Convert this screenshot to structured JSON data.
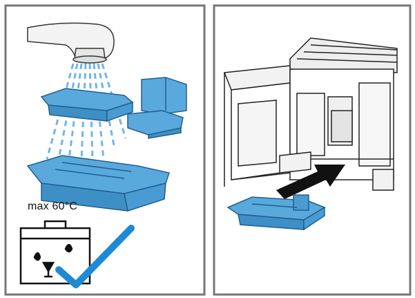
{
  "panels": [
    {
      "id": "left",
      "caption": "max 60°C",
      "icons": [
        "faucet-icon",
        "water-spray-icon",
        "dishwasher-icon",
        "checkmark-icon"
      ]
    },
    {
      "id": "right",
      "icons": [
        "insert-arrow-icon"
      ]
    }
  ],
  "colors": {
    "part_fill": "#5aa9dc",
    "part_stroke": "#1f5f8f",
    "water": "#6fb6e4",
    "frame": "#777777",
    "line": "#222222"
  }
}
